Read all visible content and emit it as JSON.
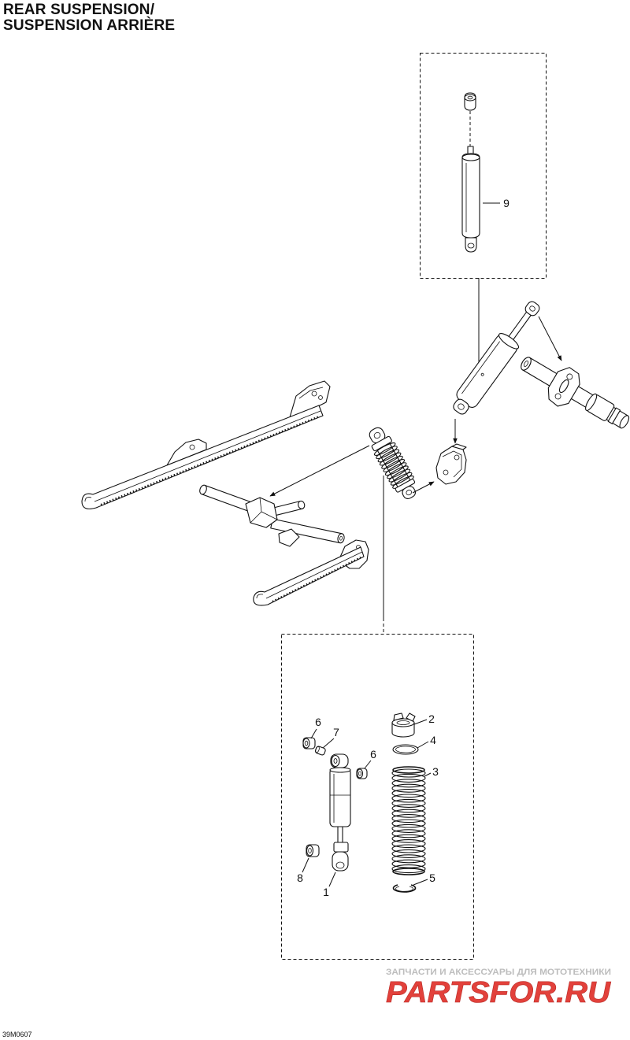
{
  "title": {
    "line1": "REAR SUSPENSION/",
    "line2": "SUSPENSION ARRIÈRE"
  },
  "callouts": [
    "9",
    "2",
    "4",
    "3",
    "5",
    "6",
    "7",
    "6",
    "8",
    "1"
  ],
  "diagram_code": "39M0607",
  "watermark": {
    "tagline": "ЗАПЧАСТИ И АКСЕССУАРЫ ДЛЯ МОТОТЕХНИКИ",
    "brand": "PARTSFOR.RU"
  },
  "colors": {
    "line": "#111111",
    "background": "#ffffff",
    "watermark_brand": "#e2413b",
    "watermark_tagline": "#bdbdbd"
  }
}
